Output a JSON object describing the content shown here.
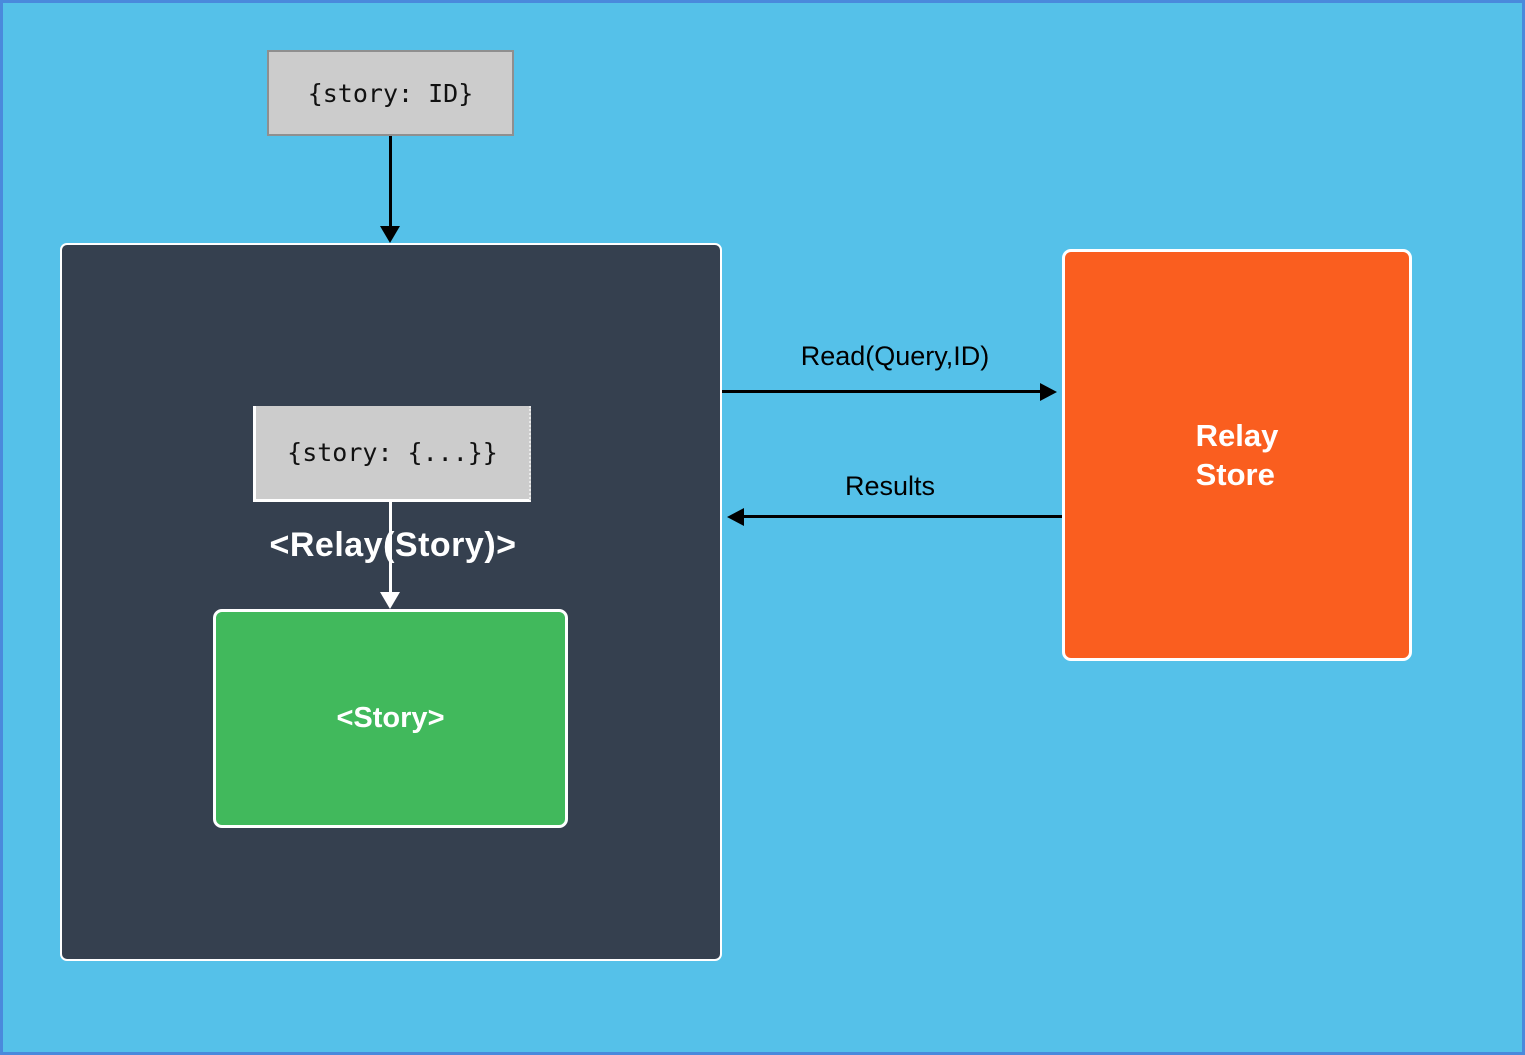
{
  "diagram": {
    "props_box": {
      "label": "{story: ID}"
    },
    "relay_container": {
      "title": "<Relay(Story)>"
    },
    "query_box": {
      "label": "{story: {...}}"
    },
    "story_box": {
      "label": "<Story>"
    },
    "store_box": {
      "line1": "Relay",
      "line2": "Store"
    },
    "arrows": {
      "read_label": "Read(Query,ID)",
      "results_label": "Results"
    }
  },
  "colors": {
    "background": "#55c1e9",
    "frame_border": "#4a89dc",
    "relay_container_bg": "#35404f",
    "story_bg": "#41b95c",
    "store_bg": "#fa5e1f",
    "code_box_bg": "#cccccc",
    "code_box_border": "#8f8f8f",
    "arrow_black": "#000000"
  }
}
